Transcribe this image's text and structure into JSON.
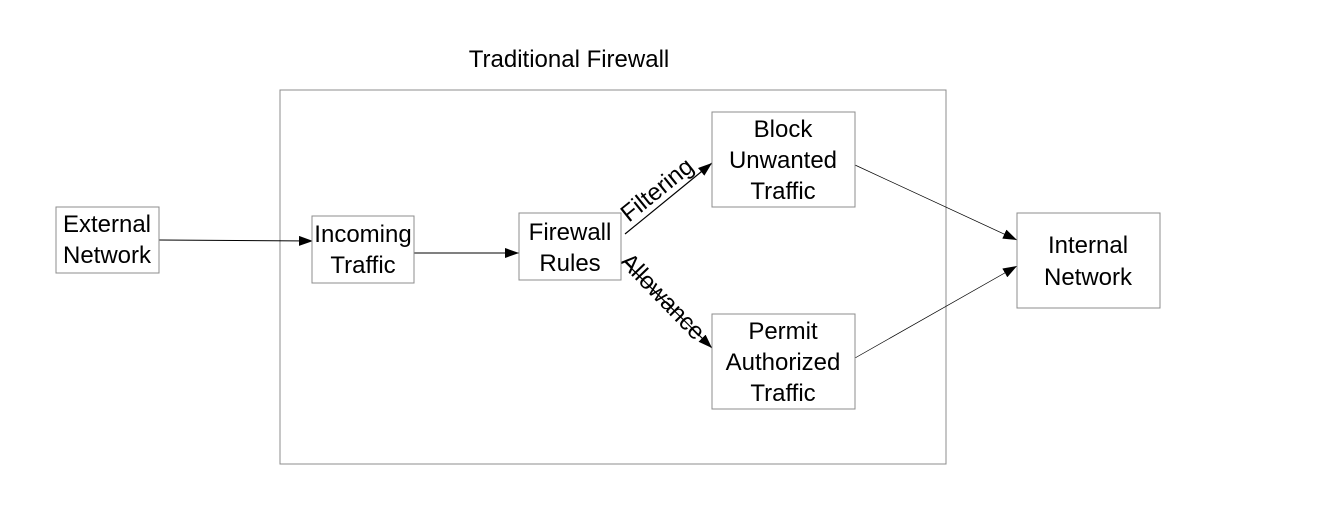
{
  "diagram": {
    "title": "Traditional Firewall",
    "nodes": {
      "external_network": {
        "lines": [
          "External",
          "Network"
        ]
      },
      "incoming_traffic": {
        "lines": [
          "Incoming",
          "Traffic"
        ]
      },
      "firewall_rules": {
        "lines": [
          "Firewall",
          "Rules"
        ]
      },
      "block_unwanted": {
        "lines": [
          "Block",
          "Unwanted",
          "Traffic"
        ]
      },
      "permit_authorized": {
        "lines": [
          "Permit",
          "Authorized",
          "Traffic"
        ]
      },
      "internal_network": {
        "lines": [
          "Internal",
          "Network"
        ]
      }
    },
    "edges": {
      "filtering": "Filtering",
      "allowance": "Allowance"
    }
  }
}
